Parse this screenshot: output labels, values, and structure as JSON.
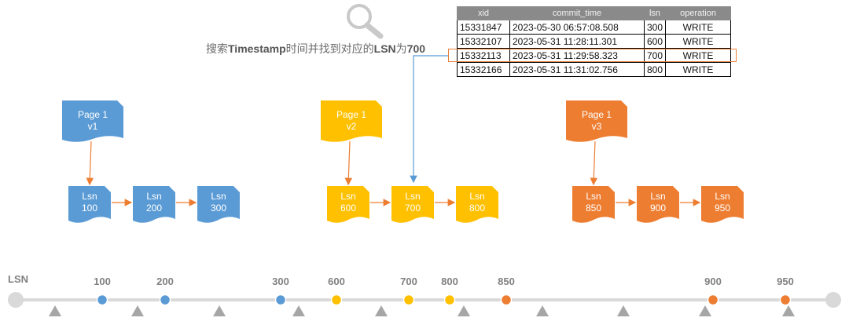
{
  "search_caption": {
    "prefix": "搜索",
    "keyword": "Timestamp",
    "middle": "时间并找到对应的",
    "lsn_word": "LSN",
    "suffix": "为",
    "value": "700"
  },
  "table": {
    "headers": [
      "xid",
      "commit_time",
      "lsn",
      "operation"
    ],
    "rows": [
      [
        "15331847",
        "2023-05-30  06:57:08.508",
        "300",
        "WRITE"
      ],
      [
        "15332107",
        "2023-05-31  11:28:11.301",
        "600",
        "WRITE"
      ],
      [
        "15332113",
        "2023-05-31  11:29:58.323",
        "700",
        "WRITE"
      ],
      [
        "15332166",
        "2023-05-31  11:31:02.756",
        "800",
        "WRITE"
      ]
    ],
    "highlighted_row": 2
  },
  "pages": [
    {
      "line1": "Page 1",
      "line2": "v1",
      "color": "#5b9bd5",
      "lsns": [
        {
          "l1": "Lsn",
          "l2": "100"
        },
        {
          "l1": "Lsn",
          "l2": "200"
        },
        {
          "l1": "Lsn",
          "l2": "300"
        }
      ]
    },
    {
      "line1": "Page 1",
      "line2": "v2",
      "color": "#ffc000",
      "lsns": [
        {
          "l1": "Lsn",
          "l2": "600"
        },
        {
          "l1": "Lsn",
          "l2": "700"
        },
        {
          "l1": "Lsn",
          "l2": "800"
        }
      ]
    },
    {
      "line1": "Page 1",
      "line2": "v3",
      "color": "#ed7d31",
      "lsns": [
        {
          "l1": "Lsn",
          "l2": "850"
        },
        {
          "l1": "Lsn",
          "l2": "900"
        },
        {
          "l1": "Lsn",
          "l2": "950"
        }
      ]
    }
  ],
  "timeline": {
    "axis_label": "LSN",
    "points": [
      {
        "label": "100",
        "color": "#5b9bd5"
      },
      {
        "label": "200",
        "color": "#5b9bd5"
      },
      {
        "label": "300",
        "color": "#5b9bd5"
      },
      {
        "label": "600",
        "color": "#ffc000"
      },
      {
        "label": "700",
        "color": "#ffc000"
      },
      {
        "label": "800",
        "color": "#ffc000"
      },
      {
        "label": "850",
        "color": "#ed7d31"
      },
      {
        "label": "900",
        "color": "#ed7d31"
      },
      {
        "label": "950",
        "color": "#ed7d31"
      }
    ]
  },
  "colors": {
    "arrow": "#ed7d31",
    "link": "#5b9bd5",
    "axis": "#d9d9d9",
    "marker": "#a6a6a6",
    "label": "#808080"
  }
}
